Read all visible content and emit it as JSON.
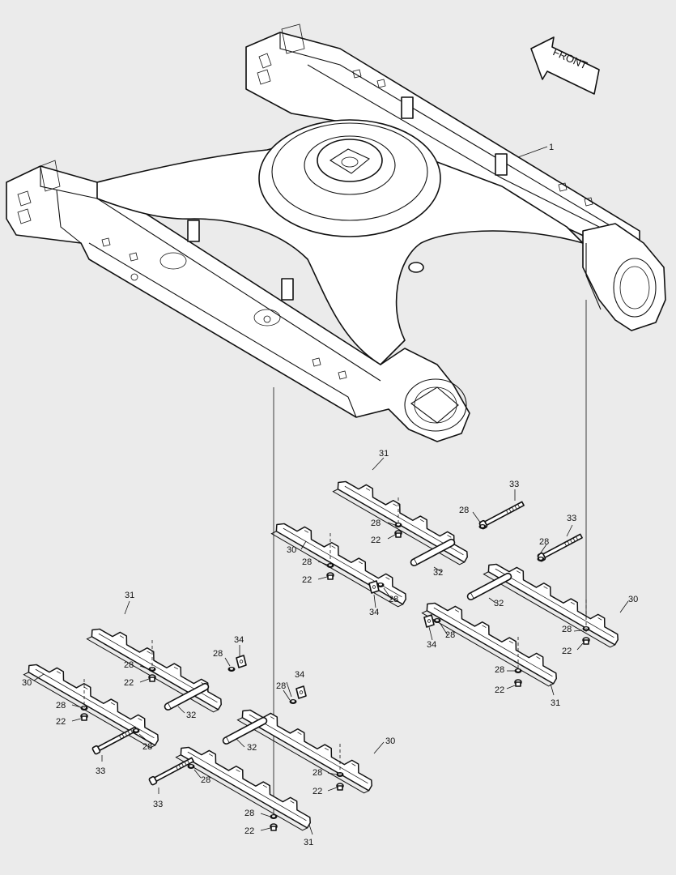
{
  "front_label": "FRONT",
  "labels": {
    "frame": "1",
    "bolt": "22",
    "washer": "28",
    "guard_30": "30",
    "guard_31": "31",
    "pin": "32",
    "long_bolt": "33",
    "plate": "34"
  }
}
